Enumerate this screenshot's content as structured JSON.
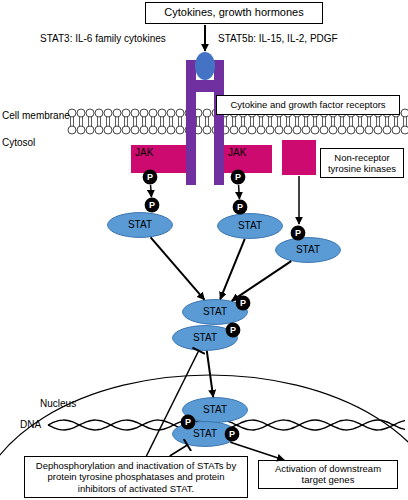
{
  "diagram": {
    "nodes": [
      {
        "text": [
          "Cytokines, growth hormones"
        ]
      },
      {
        "text": [
          "Cytokine and growth factor receptors"
        ]
      },
      {
        "text": [
          "JAK"
        ]
      },
      {
        "text": [
          "JAK"
        ]
      },
      {
        "text": [
          "Non-receptor tyrosine kinases"
        ]
      },
      {
        "text": [
          "P"
        ]
      },
      {
        "text": [
          "P"
        ]
      },
      {
        "text": [
          "P"
        ]
      },
      {
        "text": [
          "STAT"
        ]
      },
      {
        "text": [
          "P"
        ]
      },
      {
        "text": [
          "STAT"
        ]
      },
      {
        "text": [
          "P"
        ]
      },
      {
        "text": [
          "STAT"
        ]
      },
      {
        "text": [
          "STAT"
        ]
      },
      {
        "text": [
          "P"
        ]
      },
      {
        "text": [
          "P"
        ]
      },
      {
        "text": [
          "STAT"
        ]
      },
      {
        "text": [
          "STAT"
        ]
      },
      {
        "text": [
          "P"
        ]
      },
      {
        "text": [
          "P"
        ]
      },
      {
        "text": [
          "STAT"
        ]
      },
      {
        "text": [
          "Dephosphorylation and inactivation of STATs by protein tyrosine phosphatases and protein inhibitors of activated STAT."
        ]
      },
      {
        "text": [
          "Activation of downstream target genes"
        ]
      }
    ],
    "edges": [
      {
        "from": 5,
        "to": 7,
        "arrow": "to"
      },
      {
        "from": 6,
        "to": 9,
        "arrow": "to"
      },
      {
        "from": 8,
        "to": 13,
        "arrow": "to"
      },
      {
        "from": 10,
        "to": 13,
        "arrow": "to"
      },
      {
        "from": 12,
        "to": 13,
        "arrow": "to"
      },
      {
        "from": 16,
        "to": 17,
        "arrow": "to"
      },
      {
        "from": 21,
        "to": 16,
        "arrow": "to"
      },
      {
        "from": 21,
        "to": 20,
        "arrow": "to"
      },
      {
        "from": 20,
        "to": 22,
        "arrow": "to"
      }
    ],
    "labels": [
      "STAT3: IL-6 family cytokines",
      "STAT5b: IL-15, IL-2, PDGF",
      "Cell membrane",
      "Cytosol",
      "Nucleus",
      "DNA"
    ]
  }
}
